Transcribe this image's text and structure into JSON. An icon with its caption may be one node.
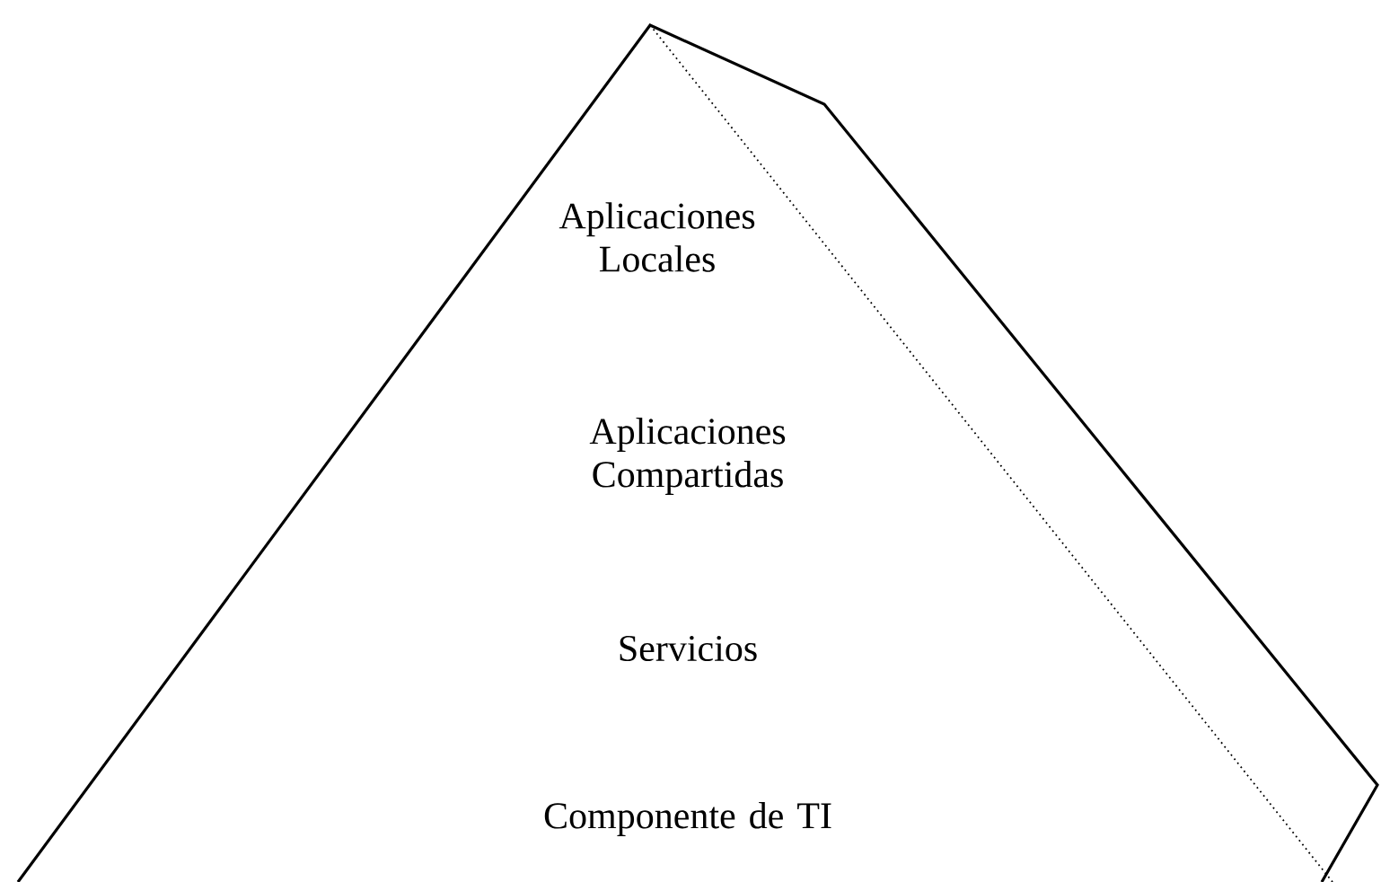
{
  "diagram": {
    "labels": [
      "Aplicaciones Locales",
      "Aplicaciones Compartidas",
      "Servicios",
      "Componente de TI"
    ]
  }
}
